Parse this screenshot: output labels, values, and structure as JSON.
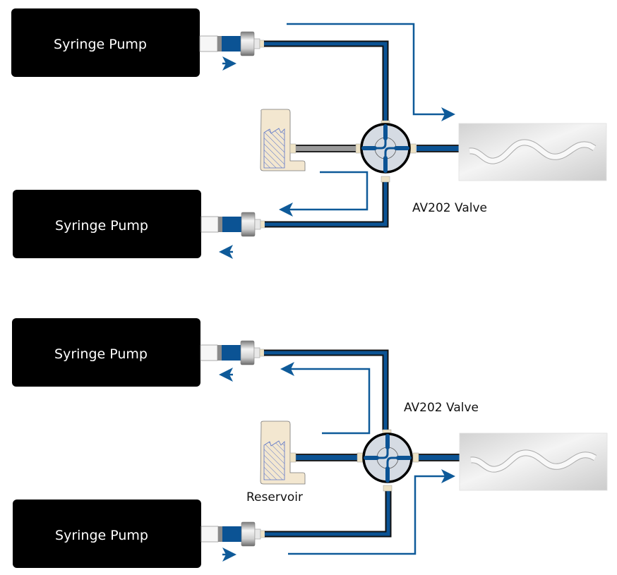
{
  "colors": {
    "tube_blue": "#0b5394",
    "tube_border": "#111111",
    "flow_arrow": "#0e5a99",
    "pump_body": "#000000",
    "reservoir_fill": "#f3e7d0",
    "reservoir_hatch": "#5a74c8",
    "valve_face": "#d5dbe3",
    "column_gray": "#e6e6e6"
  },
  "top_diagram": {
    "pumps": [
      {
        "label": "Syringe Pump",
        "plunger_direction": "right"
      },
      {
        "label": "Syringe Pump",
        "plunger_direction": "left"
      }
    ],
    "valve_label": "AV202 Valve",
    "reservoir_label": ""
  },
  "bottom_diagram": {
    "pumps": [
      {
        "label": "Syringe Pump",
        "plunger_direction": "left"
      },
      {
        "label": "Syringe Pump",
        "plunger_direction": "right"
      }
    ],
    "valve_label": "AV202 Valve",
    "reservoir_label": "Reservoir"
  }
}
